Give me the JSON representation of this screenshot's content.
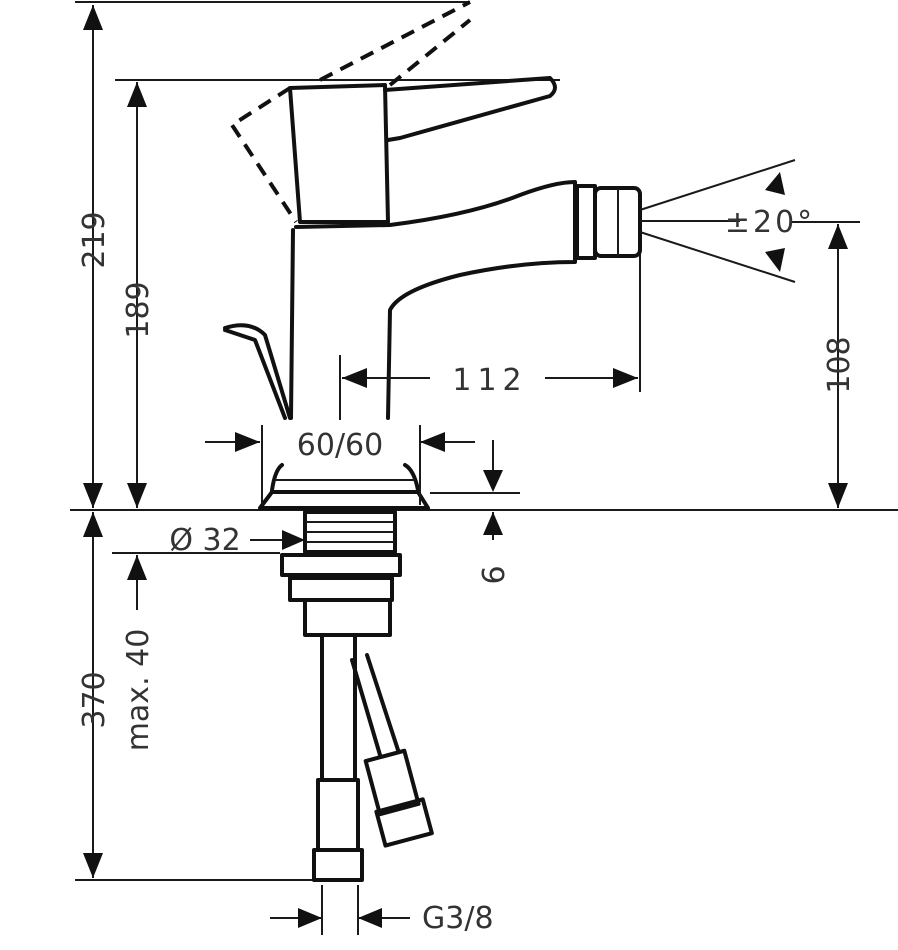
{
  "title": "Bidet mixer dimension drawing",
  "dimensions": {
    "total_height": "219",
    "lever_height": "189",
    "spout_height": "108",
    "spout_reach": "112",
    "jet_angle": "±20°",
    "base_size": "60/60",
    "thread_diameter": "Ø 32",
    "base_thickness": "6",
    "hose_length": "370",
    "max_counter_thickness": "max. 40",
    "connection_thread": "G3/8"
  }
}
